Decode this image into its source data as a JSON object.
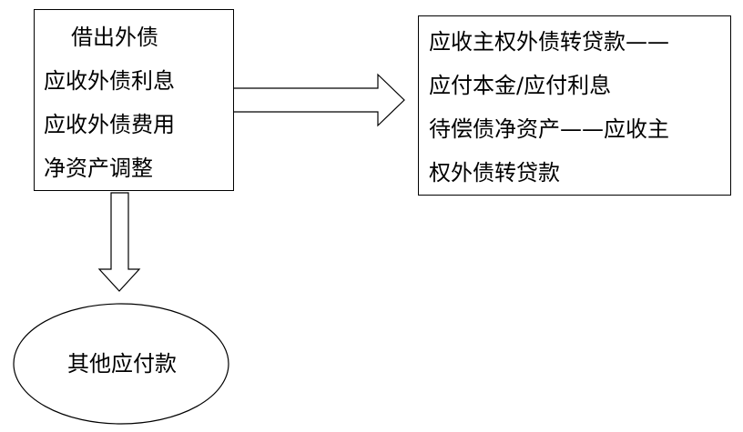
{
  "debit_box": {
    "lines": [
      "借出外债",
      "应收外债利息",
      "应收外债费用",
      "净资产调整"
    ]
  },
  "credit_box": {
    "lines": [
      "应收主权外债转贷款——",
      "应付本金/应付利息",
      "待偿债净资产——应收主",
      "权外债转贷款"
    ]
  },
  "result_node": {
    "label": "其他应付款"
  }
}
